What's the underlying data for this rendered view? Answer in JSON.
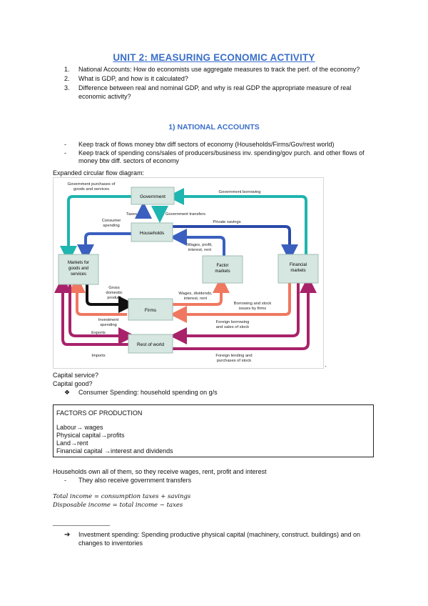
{
  "title": "UNIT 2: MEASURING ECONOMIC ACTIVITY",
  "questions": [
    {
      "num": "1.",
      "text": "National Accounts: How do economists use aggregate measures to track the perf. of the economy?"
    },
    {
      "num": "2.",
      "text": "What is GDP, and how is it calculated?"
    },
    {
      "num": "3.",
      "text": "Difference between real and nominal GDP, and why is real GDP the appropriate measure of real economic activity?"
    }
  ],
  "section_heading": "1)  NATIONAL ACCOUNTS",
  "bullets_1": [
    "Keep track of flows money btw diff sectors of economy (Households/Firms/Gov/rest world)",
    "Keep track of spending cons/sales of producers/business inv. spending/gov purch. and other flows of money btw diff. sectors of economy"
  ],
  "diagram_caption": "Expanded circular flow diagram:",
  "diagram": {
    "nodes": {
      "government": "Government",
      "households": "Households",
      "markets": "Markets for goods and services",
      "factor": "Factor markets",
      "financial": "Financial markets",
      "firms": "Firms",
      "row": "Rest of world"
    },
    "labels": {
      "gov_purchases": "Government purchases of goods and services",
      "gov_borrowing": "Government borrowing",
      "taxes": "Taxes",
      "gov_transfers": "Government transfers",
      "consumer_spending": "Consumer spending",
      "private_savings": "Private savings",
      "wages_profit": "Wages, profit, interest, rent",
      "gdp": "Gross domestic product",
      "wages_div": "Wages, dividends, interest, rent",
      "borrowing_stock": "Borrowing and stock issues by firms",
      "investment": "Investment spending",
      "foreign_borrowing": "Foreign borrowing and sales of stock",
      "exports": "Exports",
      "imports": "Imports",
      "foreign_lending": "Foreign lending and purchases of stock"
    },
    "colors": {
      "teal": "#1fb5b0",
      "blue": "#3a5fbf",
      "dark_blue": "#2a4aa8",
      "salmon": "#f07860",
      "black": "#111111",
      "purple": "#a8226a",
      "node_fill": "#d6e6e0",
      "node_stroke": "#9fbdb3"
    }
  },
  "capital_service": "Capital service?",
  "capital_good": "Capital good?",
  "consumer_spending_bullet": "Consumer Spending: household spending on g/s",
  "factors_box": {
    "heading": "FACTORS OF PRODUCTION",
    "lines": [
      "Labour→  wages",
      "Physical capital→profits",
      "Land→rent",
      "Financial capital →interest and dividends"
    ]
  },
  "households_own": "Households own all of them, so they receive wages, rent, profit and interest",
  "households_transfers": "They also receive government transfers",
  "eq1": "Total income = consumption taxes + savings",
  "eq2": "Disposable income = total income − taxes",
  "divider": "__________________",
  "investment_bullet": "Investment spending: Spending productive physical capital (machinery, construct. buildings) and on changes to inventories"
}
